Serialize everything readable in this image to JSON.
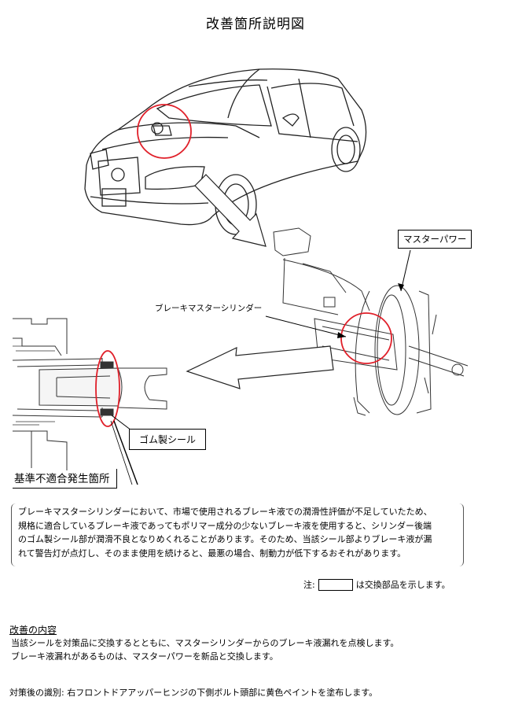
{
  "title": "改善箇所説明図",
  "labels": {
    "master_power": "マスターパワー",
    "brake_master_cylinder": "ブレーキマスターシリンダー",
    "rubber_seal": "ゴム製シール",
    "nonconformity_location": "基準不適合発生箇所"
  },
  "description": [
    "ブレーキマスターシリンダーにおいて、市場で使用されるブレーキ液での潤滑性評価が不足していたため、",
    "規格に適合しているブレーキ液であってもポリマー成分の少ないブレーキ液を使用すると、シリンダー後端",
    "のゴム製シール部が潤滑不良となりめくれることがあります。そのため、当該シール部よりブレーキ液が漏",
    "れて警告灯が点灯し、そのまま使用を続けると、最悪の場合、制動力が低下するおそれがあります。"
  ],
  "note": {
    "prefix": "注:",
    "suffix": "は交換部品を示します。"
  },
  "improvement": {
    "heading": "改善の内容",
    "lines": [
      "当該シールを対策品に交換するとともに、マスターシリンダーからのブレーキ液漏れを点検します。",
      "ブレーキ液漏れがあるものは、マスターパワーを新品と交換します。"
    ]
  },
  "identification": "対策後の識別: 右フロントドアアッパーヒンジの下側ボルト頭部に黄色ペイントを塗布します。",
  "colors": {
    "highlight_circle": "#e0202a",
    "line": "#000000"
  }
}
